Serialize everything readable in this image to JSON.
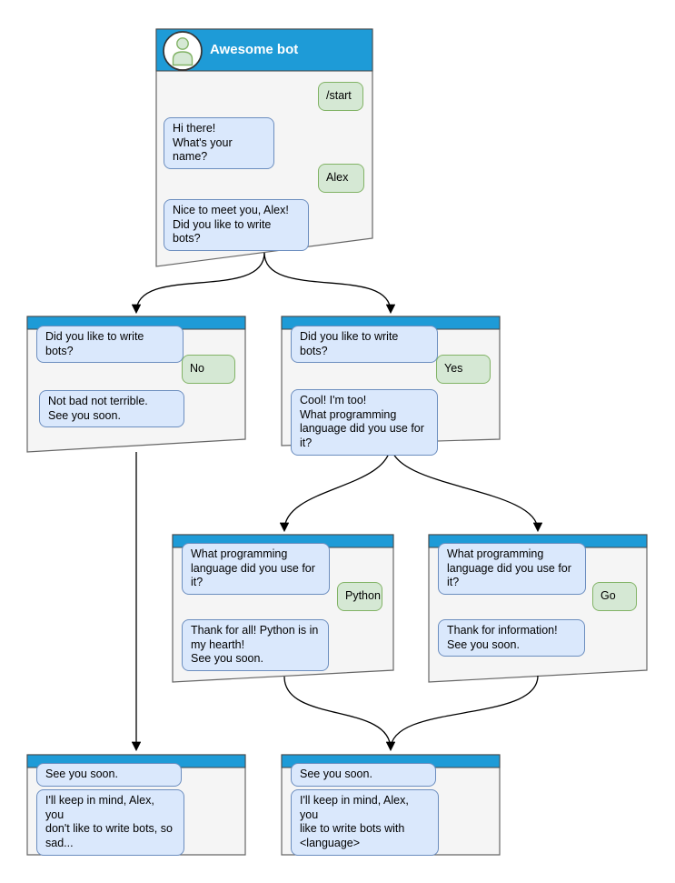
{
  "diagram": {
    "name": "chat-bot-conversation-flow",
    "colors": {
      "header_blue": "#1e9bd7",
      "window_fill": "#f5f5f5",
      "window_border": "#666666",
      "bot_bubble_fill": "#dae8fc",
      "bot_bubble_border": "#6c8ebf",
      "user_bubble_fill": "#d5e8d4",
      "user_bubble_border": "#82b366",
      "arrow": "#000000"
    },
    "windows": {
      "start": {
        "title": "Awesome bot",
        "messages": [
          {
            "from": "user",
            "text": "/start"
          },
          {
            "from": "bot",
            "text": "Hi there!\nWhat's your name?"
          },
          {
            "from": "user",
            "text": "Alex"
          },
          {
            "from": "bot",
            "text": "Nice to meet you, Alex!\nDid you like to write bots?"
          }
        ]
      },
      "branch_no": {
        "messages": [
          {
            "from": "bot",
            "text": "Did you like to write bots?"
          },
          {
            "from": "user",
            "text": "No"
          },
          {
            "from": "bot",
            "text": "Not bad not terrible.\nSee you soon."
          }
        ]
      },
      "branch_yes": {
        "messages": [
          {
            "from": "bot",
            "text": "Did you like to write bots?"
          },
          {
            "from": "user",
            "text": "Yes"
          },
          {
            "from": "bot",
            "text": "Cool! I'm too!\nWhat programming\nlanguage did you use for it?"
          }
        ]
      },
      "branch_python": {
        "messages": [
          {
            "from": "bot",
            "text": "What programming\nlanguage did you use for it?"
          },
          {
            "from": "user",
            "text": "Python"
          },
          {
            "from": "bot",
            "text": "Thank for all! Python is in\nmy hearth!\nSee you soon."
          }
        ]
      },
      "branch_go": {
        "messages": [
          {
            "from": "bot",
            "text": "What programming\nlanguage did you use for it?"
          },
          {
            "from": "user",
            "text": "Go"
          },
          {
            "from": "bot",
            "text": "Thank for information!\nSee you soon."
          }
        ]
      },
      "end_no": {
        "messages": [
          {
            "from": "bot",
            "text": "See you soon."
          },
          {
            "from": "bot",
            "text": "I'll keep in mind, Alex, you\ndon't like to write bots, so\nsad..."
          }
        ]
      },
      "end_language": {
        "messages": [
          {
            "from": "bot",
            "text": "See you soon."
          },
          {
            "from": "bot",
            "text": "I'll keep in mind, Alex, you\nlike to write bots with\n<language>"
          }
        ]
      }
    }
  }
}
